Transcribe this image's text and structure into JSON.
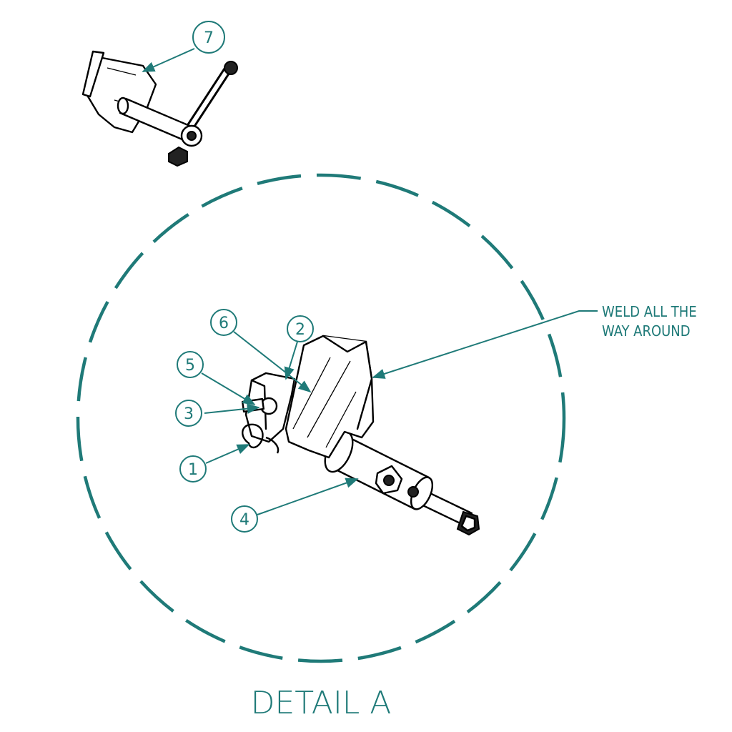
{
  "detail": {
    "title": "DETAIL A",
    "note_line1": "WELD ALL THE",
    "note_line2": "WAY AROUND",
    "accent_color": "#1f7a78"
  },
  "balloons": {
    "b1": "1",
    "b2": "2",
    "b3": "3",
    "b4": "4",
    "b5": "5",
    "b6": "6",
    "b7": "7"
  }
}
